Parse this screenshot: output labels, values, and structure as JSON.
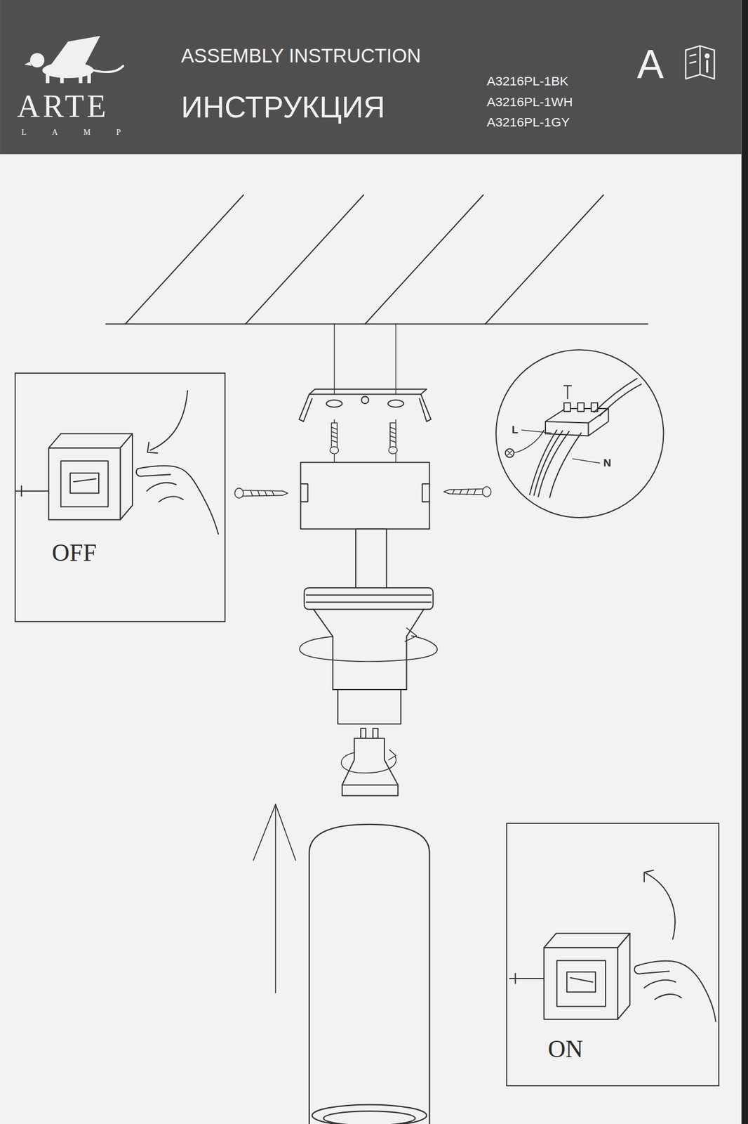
{
  "diagram": {
    "title": "ASSEMBLY INSTRUCTION",
    "nodes": [
      {
        "text": [
          "OFF"
        ]
      },
      {
        "text": [
          "ON"
        ]
      }
    ],
    "labels": [
      "ИНСТРУКЦИЯ",
      "A3216PL-1BK",
      "A3216PL-1WH",
      "A3216PL-1GY",
      "A",
      "ARTE",
      "LAMP",
      "L",
      "N"
    ]
  }
}
